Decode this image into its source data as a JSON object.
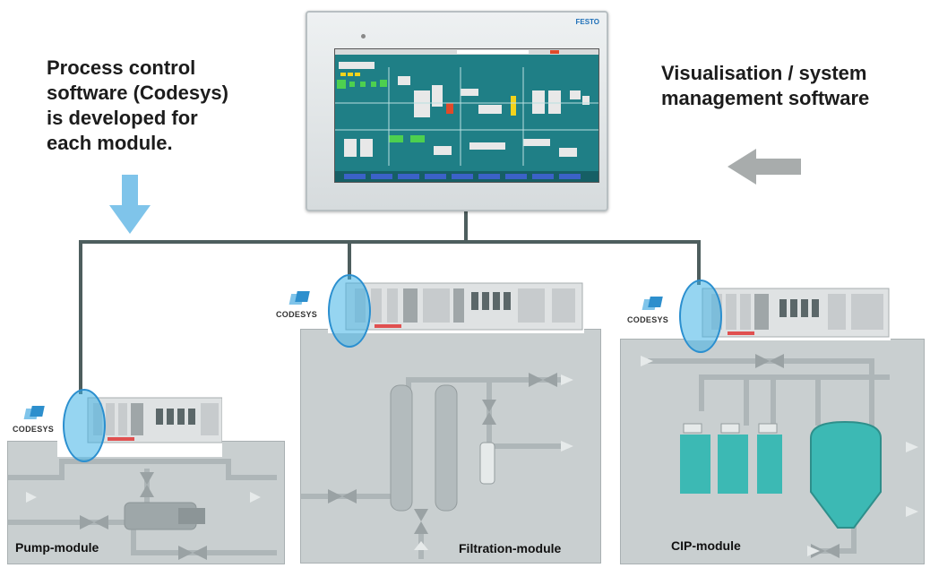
{
  "captions": {
    "left": "Process control\nsoftware (Codesys)\nis developed for\neach module.",
    "right": "Visualisation / system\nmanagement software"
  },
  "panel": {
    "brand": "FESTO"
  },
  "modules": [
    {
      "label": "Pump-module",
      "logo": "CODESYS"
    },
    {
      "label": "Filtration-module",
      "logo": "CODESYS"
    },
    {
      "label": "CIP-module",
      "logo": "CODESYS"
    }
  ],
  "icons": {
    "down_arrow": "down-arrow-icon",
    "left_arrow": "left-arrow-icon"
  },
  "colors": {
    "network_line": "#4e5e5e",
    "highlight": "#3fb2e6",
    "module_bg": "#c9cfd0",
    "screen_bg": "#1f7f86",
    "tank": "#3cb9b4"
  }
}
